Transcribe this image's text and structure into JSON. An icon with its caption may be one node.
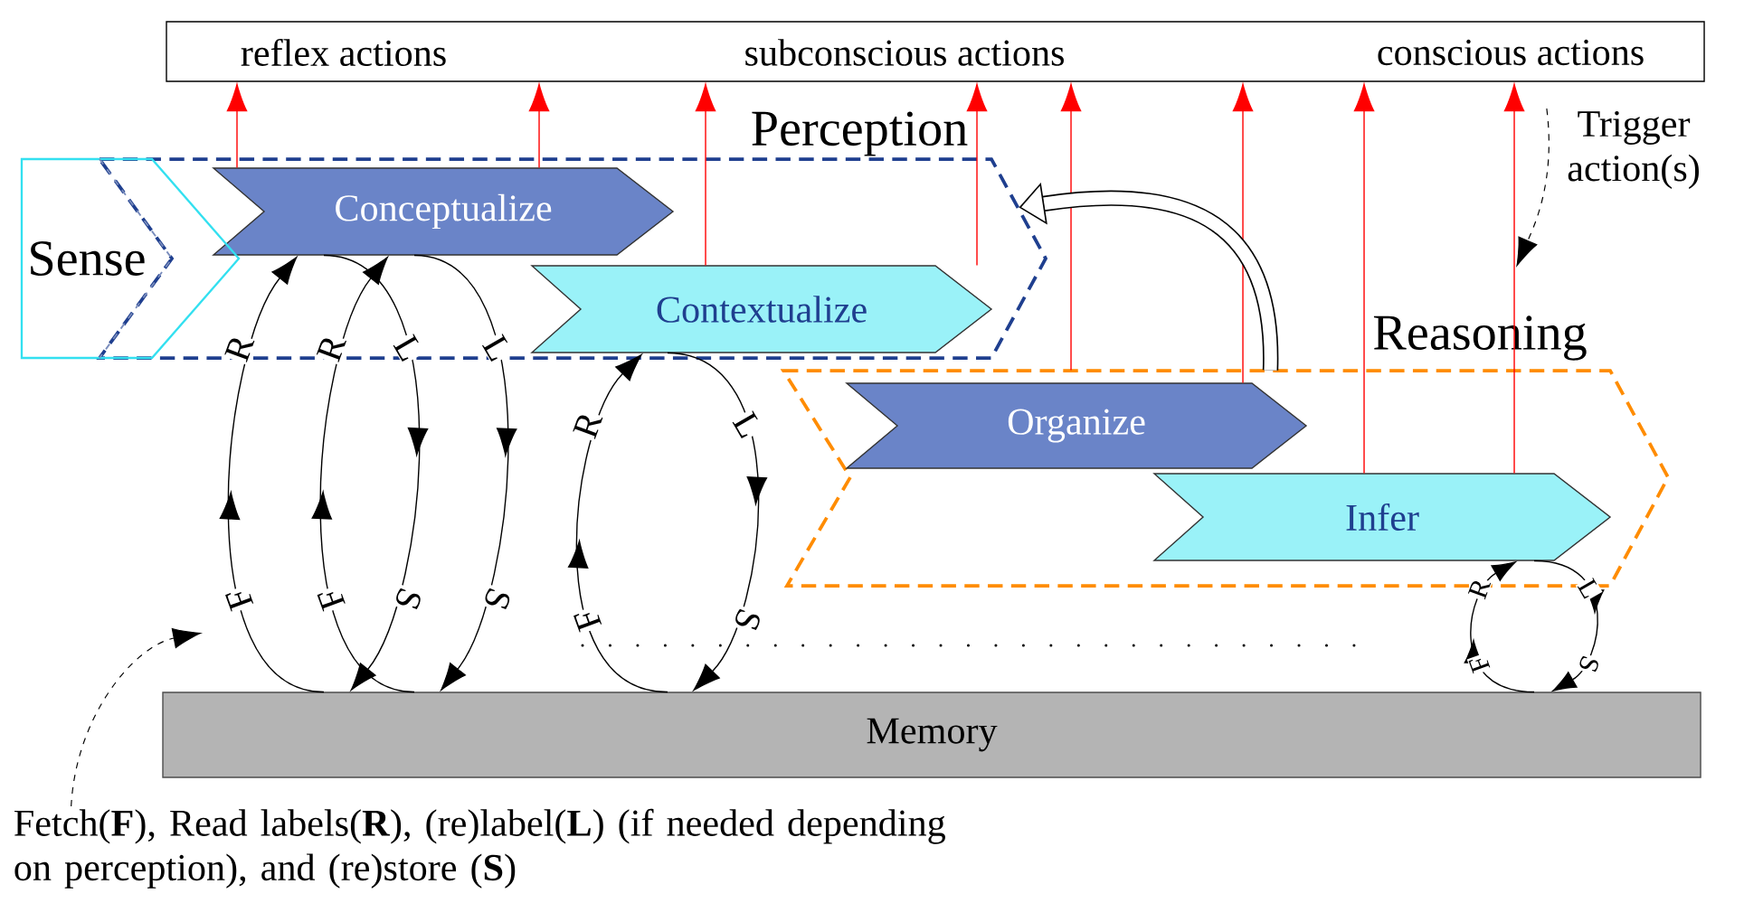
{
  "diagram": {
    "nodes": [
      {
        "text": [
          "reflex actions",
          "subconscious actions",
          "conscious actions"
        ]
      },
      {
        "text": [
          "Perception"
        ]
      },
      {
        "text": [
          "Sense"
        ]
      },
      {
        "text": [
          "Conceptualize"
        ],
        "in": 1
      },
      {
        "text": [
          "Contextualize"
        ],
        "in": 1
      },
      {
        "text": [
          "Reasoning"
        ]
      },
      {
        "text": [
          "Organize"
        ],
        "in": 5
      },
      {
        "text": [
          "Infer"
        ],
        "in": 5
      },
      {
        "text": [
          "Memory"
        ]
      },
      {
        "text": [
          "Trigger action(s)"
        ]
      },
      {
        "text": [
          "Fetch(**F**), Read labels(**R**), (re)label(**L**) (if needed depending on perception), and (re)store (**S**)"
        ]
      }
    ],
    "edges": [
      {
        "from": 3,
        "to": 0,
        "arrow": "to",
        "color": "#ff0000"
      },
      {
        "from": 3,
        "to": 0,
        "arrow": "to",
        "color": "#ff0000"
      },
      {
        "from": 4,
        "to": 0,
        "arrow": "to",
        "color": "#ff0000"
      },
      {
        "from": 4,
        "to": 0,
        "arrow": "to",
        "color": "#ff0000"
      },
      {
        "from": 5,
        "to": 0,
        "arrow": "to",
        "color": "#ff0000"
      },
      {
        "from": 6,
        "to": 0,
        "arrow": "to",
        "color": "#ff0000"
      },
      {
        "from": 7,
        "to": 0,
        "arrow": "to",
        "color": "#ff0000"
      },
      {
        "from": 7,
        "to": 0,
        "arrow": "to",
        "color": "#ff0000"
      },
      {
        "from": 8,
        "to": 3,
        "arrow": "to"
      },
      {
        "from": 3,
        "to": 8,
        "arrow": "to"
      },
      {
        "from": 8,
        "to": 3,
        "arrow": "to"
      },
      {
        "from": 3,
        "to": 8,
        "arrow": "to"
      },
      {
        "from": 8,
        "to": 4,
        "arrow": "to"
      },
      {
        "from": 4,
        "to": 8,
        "arrow": "to"
      },
      {
        "from": 8,
        "to": 7,
        "arrow": "to"
      },
      {
        "from": 7,
        "to": 8,
        "arrow": "to"
      },
      {
        "from": 5,
        "to": 1,
        "arrow": "to",
        "style": "thick"
      },
      {
        "from": 9,
        "to": null,
        "arrow": "to",
        "style": "dashed"
      },
      {
        "from": 10,
        "to": null,
        "arrow": "to",
        "style": "dashed"
      }
    ],
    "labels": [
      "R",
      "L",
      "F",
      "S",
      "R",
      "L",
      "F",
      "S",
      "R",
      "L",
      "F",
      "S",
      "R",
      "L",
      "F",
      "S"
    ]
  }
}
